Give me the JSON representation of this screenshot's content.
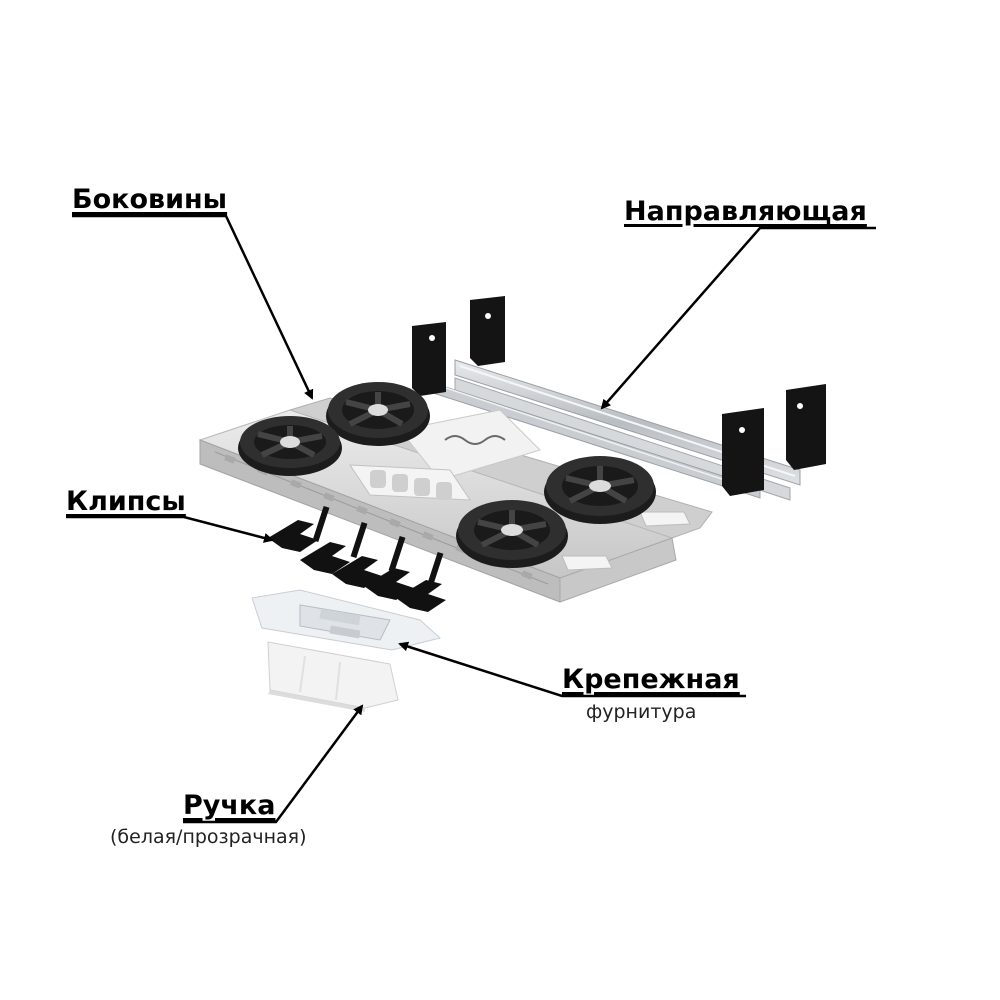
{
  "labels": {
    "sidewalls": "Боковины",
    "rail": "Направляющая",
    "clips": "Клипсы",
    "fasteners": "Крепежная",
    "fasteners_sub": "фурнитура",
    "handle": "Ручка",
    "handle_sub": "(белая/прозрачная)"
  },
  "colors": {
    "background": "#ffffff",
    "plastic": "#d9d9d9",
    "wheel": "#2a2a2a",
    "bracket": "#141414",
    "rail": "#c4c8cc",
    "text": "#000000"
  }
}
